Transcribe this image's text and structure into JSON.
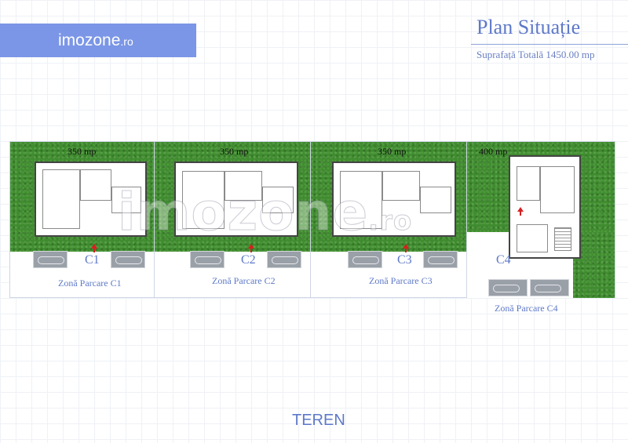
{
  "brand": {
    "name": "imozone",
    "tld": ".ro"
  },
  "plan": {
    "title": "Plan Situație",
    "subtitle": "Suprafață Totală 1450.00 mp"
  },
  "lots": [
    {
      "id": "C1",
      "area": "350 mp",
      "parking": "Zonă Parcare C1"
    },
    {
      "id": "C2",
      "area": "350 mp",
      "parking": "Zonă Parcare C2"
    },
    {
      "id": "C3",
      "area": "350 mp",
      "parking": "Zonă Parcare C3"
    },
    {
      "id": "C4",
      "area": "400 mp",
      "parking": "Zonă Parcare C4"
    }
  ],
  "watermark": {
    "name": "imozone",
    "tld": ".ro"
  },
  "footer": {
    "label": "TEREN"
  },
  "colors": {
    "accent": "#5e79c8",
    "brand_bar": "#7b96e6",
    "grass": "#3f8b2f",
    "entry": "#d62020"
  }
}
